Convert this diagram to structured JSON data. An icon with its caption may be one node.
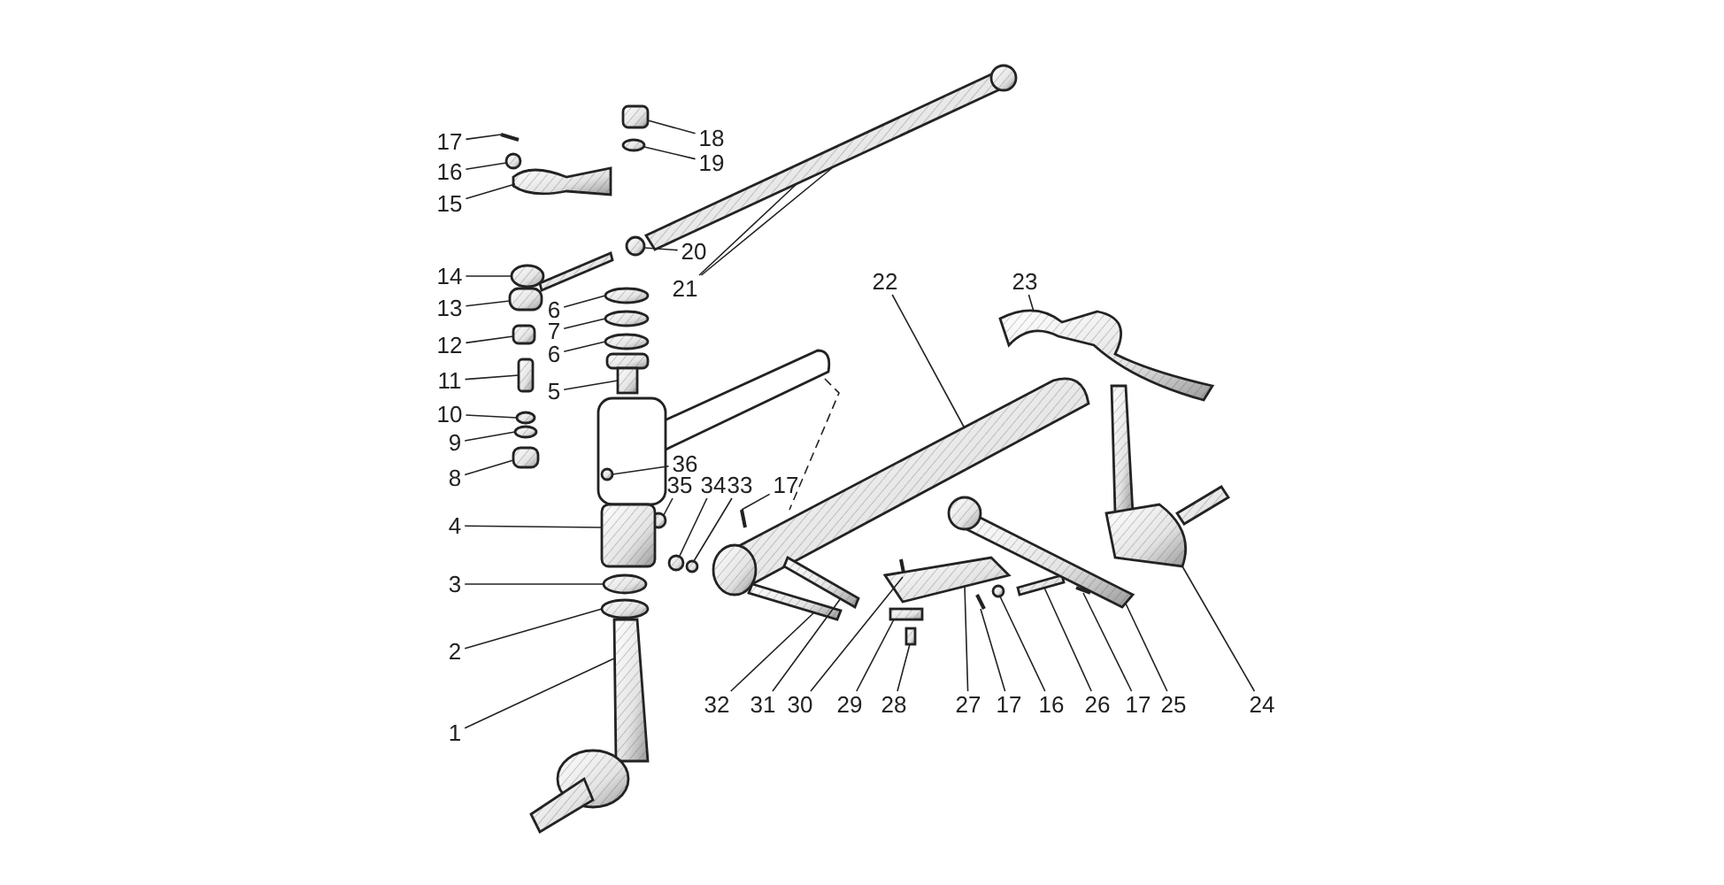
{
  "diagram": {
    "nodes": [
      {
        "text": [
          "17"
        ]
      },
      {
        "text": [
          "16"
        ]
      },
      {
        "text": [
          "15"
        ]
      },
      {
        "text": [
          "18"
        ]
      },
      {
        "text": [
          "19"
        ]
      },
      {
        "text": [
          "20"
        ]
      },
      {
        "text": [
          "21"
        ]
      },
      {
        "text": [
          "14"
        ]
      },
      {
        "text": [
          "13"
        ]
      },
      {
        "text": [
          "6"
        ]
      },
      {
        "text": [
          "7"
        ]
      },
      {
        "text": [
          "6"
        ]
      },
      {
        "text": [
          "12"
        ]
      },
      {
        "text": [
          "11"
        ]
      },
      {
        "text": [
          "5"
        ]
      },
      {
        "text": [
          "10"
        ]
      },
      {
        "text": [
          "9"
        ]
      },
      {
        "text": [
          "8"
        ]
      },
      {
        "text": [
          "36"
        ]
      },
      {
        "text": [
          "35"
        ]
      },
      {
        "text": [
          "34"
        ]
      },
      {
        "text": [
          "33"
        ]
      },
      {
        "text": [
          "17"
        ]
      },
      {
        "text": [
          "4"
        ]
      },
      {
        "text": [
          "3"
        ]
      },
      {
        "text": [
          "2"
        ]
      },
      {
        "text": [
          "1"
        ]
      },
      {
        "text": [
          "22"
        ]
      },
      {
        "text": [
          "23"
        ]
      },
      {
        "text": [
          "24"
        ]
      },
      {
        "text": [
          "32"
        ]
      },
      {
        "text": [
          "31"
        ]
      },
      {
        "text": [
          "30"
        ]
      },
      {
        "text": [
          "29"
        ]
      },
      {
        "text": [
          "28"
        ]
      },
      {
        "text": [
          "27"
        ]
      },
      {
        "text": [
          "17"
        ]
      },
      {
        "text": [
          "16"
        ]
      },
      {
        "text": [
          "26"
        ]
      },
      {
        "text": [
          "17"
        ]
      },
      {
        "text": [
          "25"
        ]
      },
      {
        "text": [],
        "shape": "picture"
      },
      {
        "text": [],
        "shape": "picture"
      },
      {
        "text": [],
        "shape": "picture"
      },
      {
        "text": [],
        "shape": "picture"
      },
      {
        "text": [],
        "shape": "picture"
      },
      {
        "text": [],
        "shape": "picture"
      },
      {
        "text": [],
        "shape": "picture"
      },
      {
        "text": [],
        "shape": "picture"
      },
      {
        "text": [],
        "shape": "picture"
      },
      {
        "text": [],
        "shape": "picture"
      },
      {
        "text": [],
        "shape": "picture"
      },
      {
        "text": [],
        "shape": "picture"
      },
      {
        "text": [],
        "shape": "picture"
      },
      {
        "text": [],
        "shape": "picture"
      },
      {
        "text": [],
        "shape": "picture"
      },
      {
        "text": [],
        "shape": "picture"
      },
      {
        "text": [],
        "shape": "picture"
      },
      {
        "text": [],
        "shape": "picture"
      },
      {
        "text": [],
        "shape": "picture"
      },
      {
        "text": [],
        "shape": "picture"
      },
      {
        "text": [],
        "shape": "picture"
      },
      {
        "text": [],
        "shape": "picture"
      },
      {
        "text": [],
        "shape": "picture"
      },
      {
        "text": [],
        "shape": "picture"
      },
      {
        "text": [],
        "shape": "picture"
      },
      {
        "text": [],
        "shape": "picture"
      },
      {
        "text": [],
        "shape": "picture"
      },
      {
        "text": [],
        "shape": "picture"
      },
      {
        "text": [],
        "shape": "picture"
      },
      {
        "text": [],
        "shape": "picture"
      },
      {
        "text": [],
        "shape": "picture"
      },
      {
        "text": [],
        "shape": "picture"
      },
      {
        "text": [],
        "shape": "picture"
      },
      {
        "text": [],
        "shape": "picture"
      },
      {
        "text": [],
        "shape": "picture"
      },
      {
        "text": [],
        "shape": "picture"
      },
      {
        "text": [],
        "shape": "picture"
      },
      {
        "text": [],
        "shape": "picture"
      },
      {
        "text": [],
        "shape": "picture"
      },
      {
        "text": [],
        "shape": "picture"
      },
      {
        "text": [],
        "shape": "picture"
      }
    ],
    "edges": [
      {
        "from": 0,
        "to": 41,
        "arrow": "none"
      },
      {
        "from": 1,
        "to": 42,
        "arrow": "none"
      },
      {
        "from": 2,
        "to": 43,
        "arrow": "none"
      },
      {
        "from": 3,
        "to": 44,
        "arrow": "none"
      },
      {
        "from": 4,
        "to": 45,
        "arrow": "none"
      },
      {
        "from": 5,
        "to": 46,
        "arrow": "none"
      },
      {
        "from": 6,
        "to": 47,
        "arrow": "none"
      },
      {
        "from": 6,
        "to": 47,
        "arrow": "none"
      },
      {
        "from": 7,
        "to": 48,
        "arrow": "none"
      },
      {
        "from": 8,
        "to": 49,
        "arrow": "none"
      },
      {
        "from": 9,
        "to": 50,
        "arrow": "none"
      },
      {
        "from": 10,
        "to": 51,
        "arrow": "none"
      },
      {
        "from": 11,
        "to": 52,
        "arrow": "none"
      },
      {
        "from": 12,
        "to": 54,
        "arrow": "none"
      },
      {
        "from": 13,
        "to": 55,
        "arrow": "none"
      },
      {
        "from": 14,
        "to": 53,
        "arrow": "none"
      },
      {
        "from": 15,
        "to": 56,
        "arrow": "none"
      },
      {
        "from": 16,
        "to": 57,
        "arrow": "none"
      },
      {
        "from": 17,
        "to": 58,
        "arrow": "none"
      },
      {
        "from": 18,
        "to": 59,
        "arrow": "none"
      },
      {
        "from": 19,
        "to": 60,
        "arrow": "none"
      },
      {
        "from": 20,
        "to": 61,
        "arrow": "none"
      },
      {
        "from": 21,
        "to": 62,
        "arrow": "none"
      },
      {
        "from": 22,
        "to": 63,
        "arrow": "none"
      },
      {
        "from": 23,
        "to": 64,
        "arrow": "none"
      },
      {
        "from": 24,
        "to": 65,
        "arrow": "none"
      },
      {
        "from": 25,
        "to": 66,
        "arrow": "none"
      },
      {
        "from": 26,
        "to": 67,
        "arrow": "none"
      },
      {
        "from": 27,
        "to": 68,
        "arrow": "none"
      },
      {
        "from": 28,
        "to": 69,
        "arrow": "none"
      },
      {
        "from": 29,
        "to": 70,
        "arrow": "none"
      },
      {
        "from": 30,
        "to": 71,
        "arrow": "none"
      },
      {
        "from": 31,
        "to": 72,
        "arrow": "none"
      },
      {
        "from": 32,
        "to": 73,
        "arrow": "none"
      },
      {
        "from": 33,
        "to": 74,
        "arrow": "none"
      },
      {
        "from": 34,
        "to": 75,
        "arrow": "none"
      },
      {
        "from": 35,
        "to": 76,
        "arrow": "none"
      },
      {
        "from": 36,
        "to": 77,
        "arrow": "none"
      },
      {
        "from": 37,
        "to": 78,
        "arrow": "none"
      },
      {
        "from": 38,
        "to": 79,
        "arrow": "none"
      },
      {
        "from": 39,
        "to": 80,
        "arrow": "none"
      },
      {
        "from": 40,
        "to": 81,
        "arrow": "none"
      }
    ]
  }
}
